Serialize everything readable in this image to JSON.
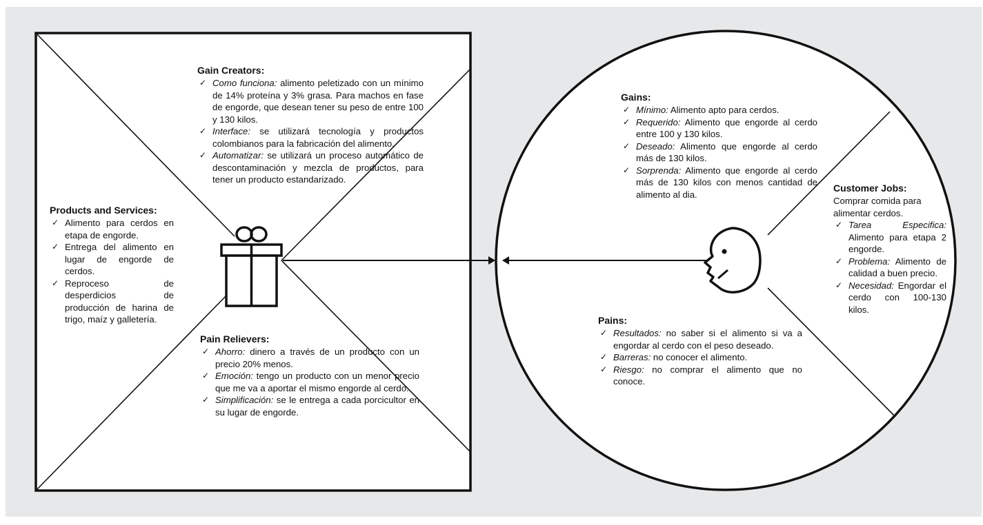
{
  "value_map": {
    "gain_creators": {
      "title": "Gain Creators:",
      "items": [
        {
          "term": "Como funciona:",
          "text": " alimento peletizado con un mínimo de 14% proteína y 3% grasa. Para machos en fase de engorde, que desean tener su peso de entre 100 y 130 kilos."
        },
        {
          "term": "Interface:",
          "text": " se utilizará tecnología y productos colombianos para la fabricación del alimento."
        },
        {
          "term": "Automatizar:",
          "text": " se utilizará un proceso automático de descontaminación y mezcla de productos, para tener un producto estandarizado."
        }
      ]
    },
    "pain_relievers": {
      "title": "Pain Relievers:",
      "items": [
        {
          "term": "Ahorro:",
          "text": " dinero a través de un producto con un precio 20% menos."
        },
        {
          "term": "Emoción:",
          "text": " tengo un producto con un menor precio que me va a aportar el mismo engorde al cerdo."
        },
        {
          "term": "Simplificación:",
          "text": " se le entrega a cada porcicultor en su lugar de engorde."
        }
      ]
    },
    "products_services": {
      "title": "Products and Services:",
      "items": [
        {
          "term": "",
          "text": "Alimento para cerdos en etapa de engorde."
        },
        {
          "term": "",
          "text": "Entrega del alimento en lugar de engorde de cerdos."
        },
        {
          "term": "",
          "text": "Reproceso de desperdicios de producción de harina de trigo, maíz y galletería."
        }
      ]
    }
  },
  "customer_profile": {
    "gains": {
      "title": "Gains:",
      "items": [
        {
          "term": "Mínimo:",
          "text": " Alimento apto para cerdos."
        },
        {
          "term": "Requerido:",
          "text": " Alimento que engorde al cerdo entre 100 y 130 kilos."
        },
        {
          "term": "Deseado:",
          "text": " Alimento que engorde al cerdo más de 130 kilos."
        },
        {
          "term": "Sorprenda:",
          "text": " Alimento que engorde al cerdo más de 130 kilos con menos cantidad de alimento al dia."
        }
      ]
    },
    "pains": {
      "title": "Pains:",
      "items": [
        {
          "term": "Resultados:",
          "text": " no saber si el alimento si va a engordar al cerdo con el peso deseado."
        },
        {
          "term": "Barreras:",
          "text": " no conocer el alimento."
        },
        {
          "term": "Riesgo:",
          "text": " no comprar el alimento que no conoce."
        }
      ]
    },
    "customer_jobs": {
      "title": "Customer Jobs:",
      "intro": "Comprar comida para alimentar cerdos.",
      "items": [
        {
          "term": "Tarea Especifica:",
          "text": " Alimento para etapa 2 engorde."
        },
        {
          "term": "Problema:",
          "text": " Alimento de calidad a buen precio."
        },
        {
          "term": "Necesidad:",
          "text": " Engordar el cerdo con 100-130 kilos."
        }
      ]
    }
  },
  "icons": {
    "check": "✓",
    "value_map_icon": "gift-icon",
    "customer_icon": "face-icon"
  },
  "colors": {
    "background": "#e7e8e9",
    "panel": "#ffffff",
    "stroke": "#111111"
  }
}
